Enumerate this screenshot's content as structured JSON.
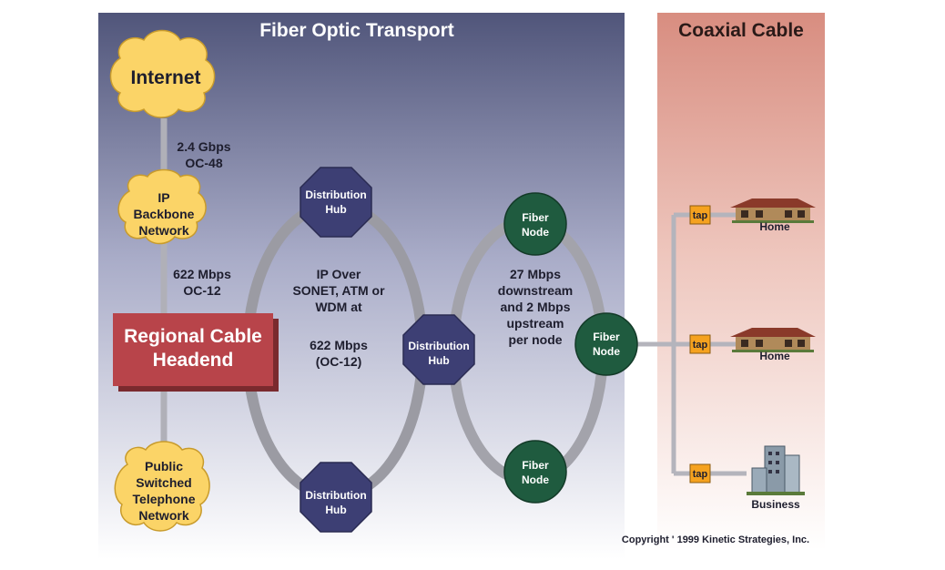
{
  "sections": {
    "fiber_title": "Fiber Optic Transport",
    "coax_title": "Coaxial Cable"
  },
  "colors": {
    "fiber_bg_top": "#50557a",
    "fiber_bg_bottom": "#ffffff",
    "coax_bg_top": "#d88d80",
    "coax_bg_bottom": "#ffffff",
    "cloud_fill": "#fbd467",
    "hub_fill": "#3d3f74",
    "node_fill": "#1f5b3f",
    "headend_fill": "#b8444a",
    "tap_fill": "#f5a21f",
    "ring": "#9b9ba3"
  },
  "clouds": {
    "internet": "Internet",
    "ip_backbone": [
      "IP",
      "Backbone",
      "Network"
    ],
    "pstn": [
      "Public",
      "Switched",
      "Telephone",
      "Network"
    ]
  },
  "links": {
    "internet_backbone": [
      "2.4 Gbps",
      "OC-48"
    ],
    "backbone_headend": [
      "622 Mbps",
      "OC-12"
    ]
  },
  "headend": [
    "Regional Cable",
    "Headend"
  ],
  "hubs": [
    [
      "Distribution",
      "Hub"
    ],
    [
      "Distribution",
      "Hub"
    ],
    [
      "Distribution",
      "Hub"
    ]
  ],
  "hub_ring_text": [
    "IP Over",
    "SONET, ATM or",
    "WDM at",
    "",
    "622 Mbps",
    "(OC-12)"
  ],
  "nodes": [
    [
      "Fiber",
      "Node"
    ],
    [
      "Fiber",
      "Node"
    ],
    [
      "Fiber",
      "Node"
    ]
  ],
  "node_ring_text": [
    "27 Mbps",
    "downstream",
    "and 2 Mbps",
    "upstream",
    "per node"
  ],
  "taps": [
    "tap",
    "tap",
    "tap"
  ],
  "endpoints": [
    "Home",
    "Home",
    "Business"
  ],
  "copyright": "Copyright ' 1999 Kinetic Strategies, Inc."
}
